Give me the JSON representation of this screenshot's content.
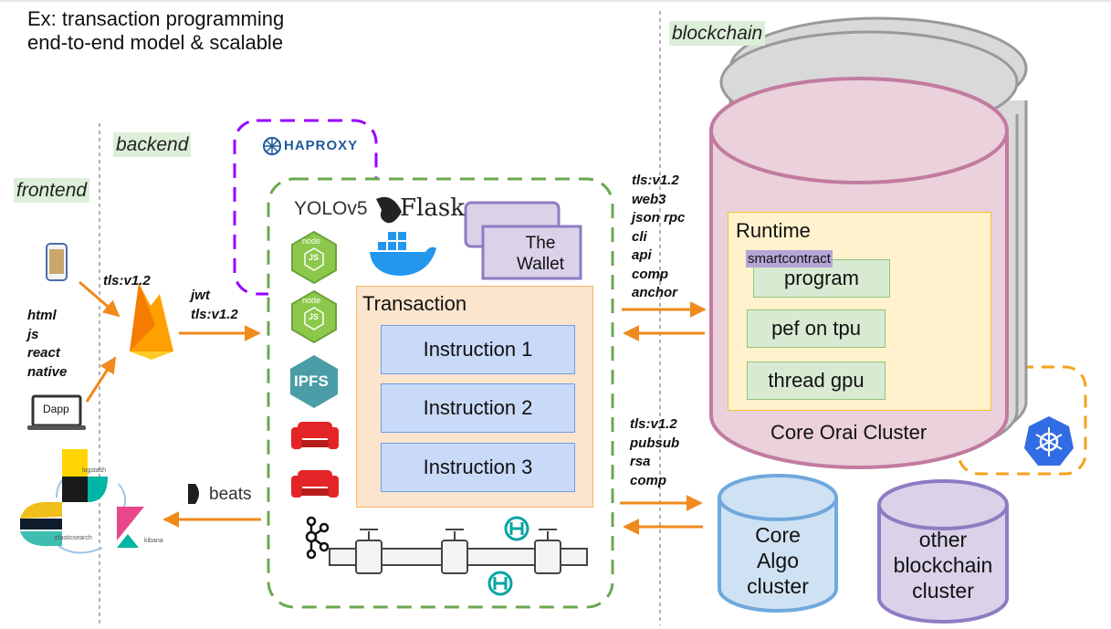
{
  "title": "Ex: transaction programming\nend-to-end model & scalable",
  "regions": {
    "frontend": "frontend",
    "backend": "backend",
    "blockchain": "blockchain"
  },
  "frontend": {
    "tech": "html\njs\nreact\nnative",
    "link": "tls:v1.2",
    "dapp_label": "Dapp"
  },
  "backend": {
    "link": "jwt\ntls:v1.2",
    "haproxy": "HAPROXY",
    "yolo": "YOLOv5",
    "flask": "Flask",
    "wallet": "The\nWallet",
    "node_label": "node",
    "node_js": "JS",
    "ipfs": "IPFS",
    "beats": "beats",
    "logstash": "logstash",
    "elasticsearch": "elasticsearch",
    "kibana": "kibana",
    "transaction": {
      "title": "Transaction",
      "instructions": [
        "Instruction 1",
        "Instruction 2",
        "Instruction 3"
      ]
    }
  },
  "links": {
    "orai": "tls:v1.2\nweb3\njson rpc\ncli\napi\ncomp\nanchor",
    "algo": "tls:v1.2\npubsub\nrsa\ncomp"
  },
  "blockchain": {
    "runtime": {
      "title": "Runtime",
      "tag": "smartcontract",
      "items": [
        "program",
        "pef on tpu",
        "thread gpu"
      ]
    },
    "core_orai": "Core Orai Cluster",
    "core_algo": "Core\nAlgo\ncluster",
    "other": "other\nblockchain\ncluster"
  },
  "colors": {
    "backend_border": "#6aa84f",
    "haproxy_border": "#9900ff",
    "k8s_border": "#f6a21c",
    "arrow": "#f08a1c",
    "transaction_bg": "#fce5cd",
    "instruction_bg": "#c9daf8",
    "runtime_bg": "#fff2cc",
    "orai_cylinder": "#ead1dc",
    "algo_cylinder": "#cfe2f3",
    "other_cylinder": "#d9d2e9"
  }
}
